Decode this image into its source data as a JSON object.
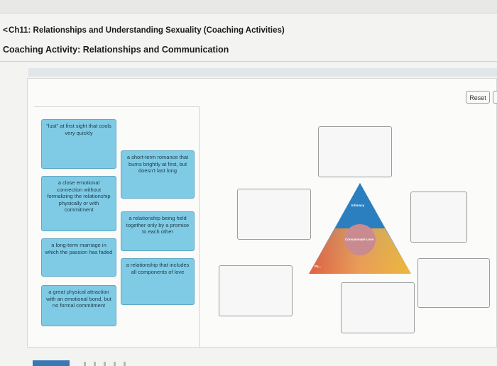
{
  "breadcrumb": {
    "chevron": "<",
    "text": "Ch11: Relationships and Understanding Sexuality (Coaching Activities)"
  },
  "page_title": "Coaching Activity: Relationships and Communication",
  "reset_label": "Reset",
  "cards": [
    {
      "id": "lust",
      "text": "\"lust\" at first sight that cools very quickly"
    },
    {
      "id": "short-term",
      "text": "a short-term romance that burns brightly at first, but doesn't last long"
    },
    {
      "id": "close-emotional",
      "text": "a close emotional connection without formalizing the relationship physically or with commitment"
    },
    {
      "id": "promise",
      "text": "a relationship being held together only by a promise to each other"
    },
    {
      "id": "long-term",
      "text": "a long-term marriage in which the passion has faded"
    },
    {
      "id": "all-components",
      "text": "a relationship that includes all components of love"
    },
    {
      "id": "physical-attraction",
      "text": "a great physical attraction with an emotional bond, but no formal commitment"
    }
  ],
  "triangle": {
    "top_label": "Intimacy",
    "center_label": "Consummate Love",
    "left_label": "Pa...",
    "right_label": "",
    "colors": {
      "top": "#2b7fbf",
      "left": "#e05a3b",
      "right": "#f0c030"
    }
  },
  "icons": {
    "chevron": "chevron-left-icon"
  }
}
